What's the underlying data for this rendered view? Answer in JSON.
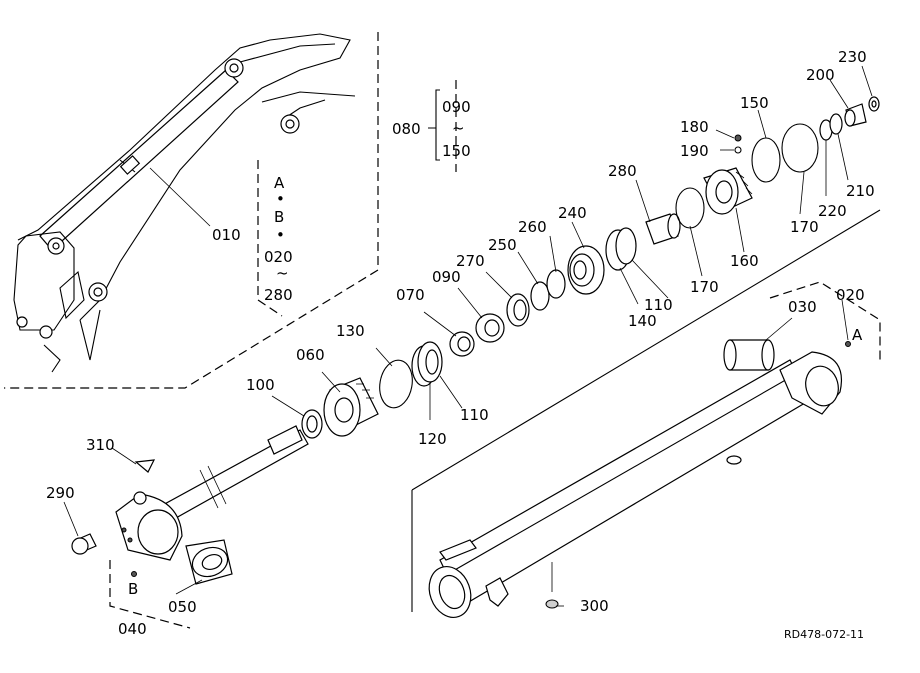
{
  "diagram": {
    "drawing_code": "RD478-072-11",
    "part_numbers": [
      "010",
      "020",
      "030",
      "040",
      "050",
      "060",
      "070",
      "080",
      "090",
      "100",
      "110",
      "120",
      "130",
      "140",
      "150",
      "160",
      "170",
      "180",
      "190",
      "200",
      "210",
      "220",
      "230",
      "240",
      "250",
      "260",
      "270",
      "280",
      "290",
      "300",
      "310"
    ],
    "group_080": {
      "number": "080",
      "from": "090",
      "tilde": "~",
      "to": "150"
    },
    "group_boom": {
      "a": "A",
      "dot1": "•",
      "b": "B",
      "dot2": "•",
      "from": "020",
      "tilde": "~",
      "to": "280"
    },
    "markers": {
      "a": "A",
      "b": "B"
    }
  }
}
